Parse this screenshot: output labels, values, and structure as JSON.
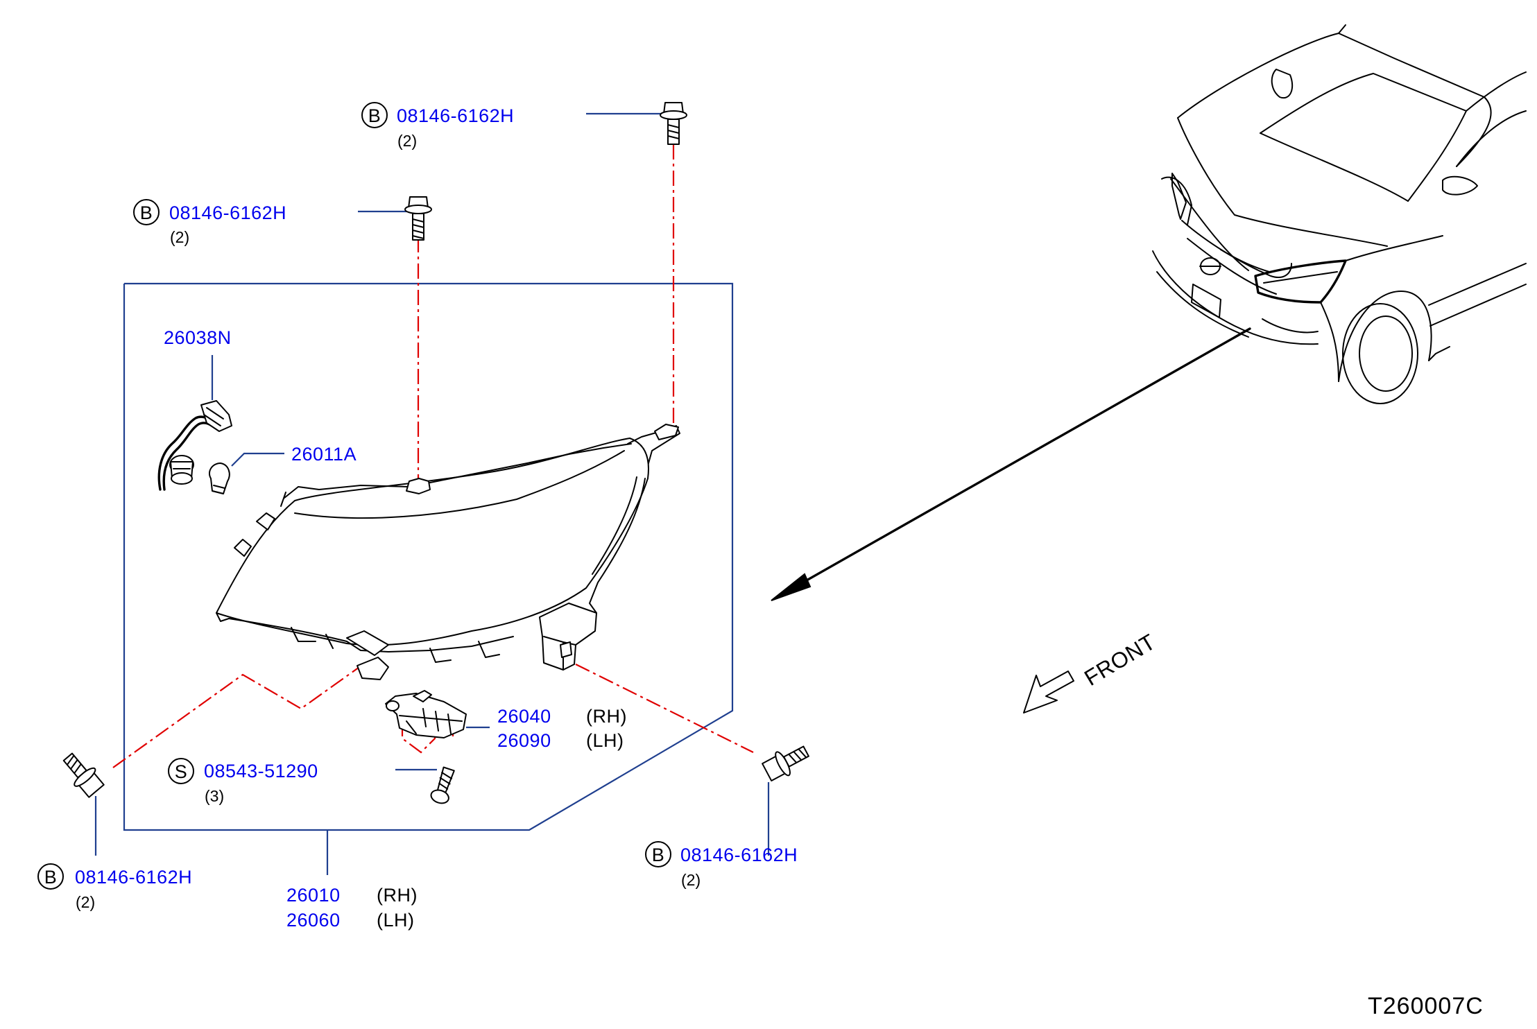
{
  "diagram_code": "T260007C",
  "front_label": "FRONT",
  "bolt_symbol": "B",
  "screw_symbol": "S",
  "callouts": {
    "bolt_top_right": {
      "part": "08146-6162H",
      "qty": "(2)"
    },
    "bolt_top_left": {
      "part": "08146-6162H",
      "qty": "(2)"
    },
    "bolt_bottom_left": {
      "part": "08146-6162H",
      "qty": "(2)"
    },
    "bolt_bottom_right": {
      "part": "08146-6162H",
      "qty": "(2)"
    },
    "screw": {
      "part": "08543-51290",
      "qty": "(3)"
    },
    "socket_harness": {
      "part": "26038N"
    },
    "bulb": {
      "part": "26011A"
    },
    "bracket": {
      "part_rh": "26040",
      "side_rh": "(RH)",
      "part_lh": "26090",
      "side_lh": "(LH)"
    },
    "headlamp_assembly": {
      "part_rh": "26010",
      "side_rh": "(RH)",
      "part_lh": "26060",
      "side_lh": "(LH)"
    }
  },
  "colors": {
    "part_number": "#0000ee",
    "leader_line": "#1f3f8f",
    "centerline": "#e00000",
    "ink": "#000000",
    "background": "#ffffff"
  }
}
